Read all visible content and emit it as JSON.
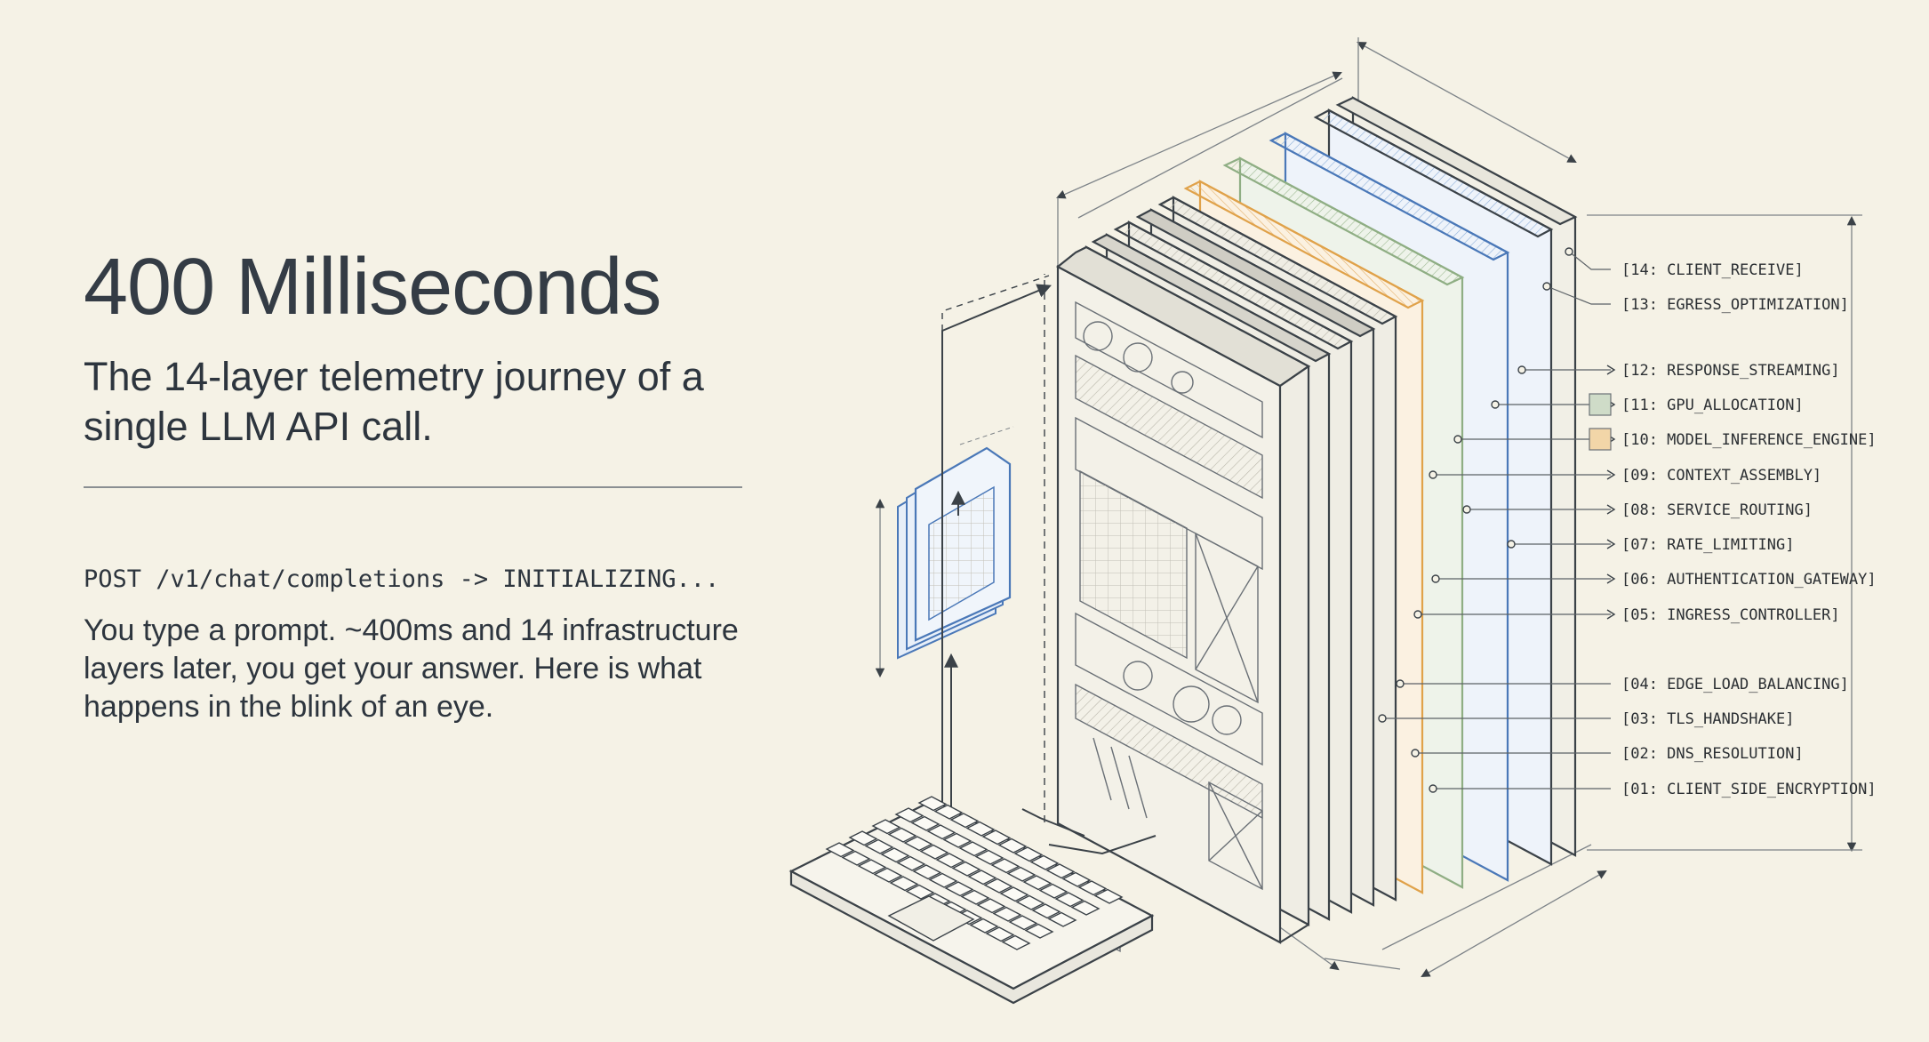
{
  "header": {
    "title": "400 Milliseconds",
    "subtitle": "The 14-layer telemetry journey of a single LLM API call."
  },
  "intro": {
    "endpoint": "POST /v1/chat/completions -> INITIALIZING...",
    "body": "You type a prompt. ~400ms and 14 infrastructure layers later, you get your answer. Here is what happens in the blink of an eye."
  },
  "layers": [
    {
      "id": "14",
      "label": "[14: CLIENT_RECEIVE]"
    },
    {
      "id": "13",
      "label": "[13: EGRESS_OPTIMIZATION]"
    },
    {
      "id": "12",
      "label": "[12: RESPONSE_STREAMING]"
    },
    {
      "id": "11",
      "label": "[11: GPU_ALLOCATION]",
      "swatch": "#cfdcc8"
    },
    {
      "id": "10",
      "label": "[10: MODEL_INFERENCE_ENGINE]",
      "swatch": "#f2d6a8"
    },
    {
      "id": "09",
      "label": "[09: CONTEXT_ASSEMBLY]"
    },
    {
      "id": "08",
      "label": "[08: SERVICE_ROUTING]"
    },
    {
      "id": "07",
      "label": "[07: RATE_LIMITING]"
    },
    {
      "id": "06",
      "label": "[06: AUTHENTICATION_GATEWAY]"
    },
    {
      "id": "05",
      "label": "[05: INGRESS_CONTROLLER]"
    },
    {
      "id": "04",
      "label": "[04: EDGE_LOAD_BALANCING]"
    },
    {
      "id": "03",
      "label": "[03: TLS_HANDSHAKE]"
    },
    {
      "id": "02",
      "label": "[02: DNS_RESOLUTION]"
    },
    {
      "id": "01",
      "label": "[01: CLIENT_SIDE_ENCRYPTION]"
    }
  ],
  "colors": {
    "ink": "#3b4248",
    "accent_blue": "#4a78b8",
    "accent_green": "#8fae84",
    "accent_orange": "#e0a24a",
    "background": "#f5f2e6"
  }
}
